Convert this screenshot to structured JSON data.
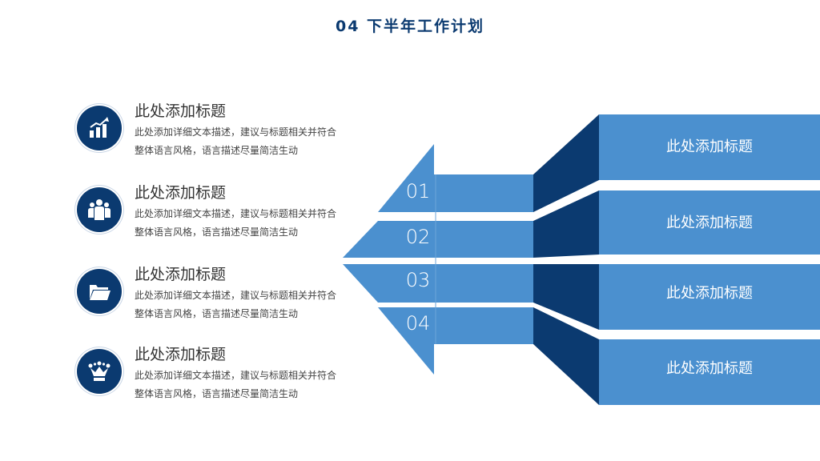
{
  "slide": {
    "title": "04  下半年工作计划"
  },
  "items": [
    {
      "title": "此处添加标题",
      "desc": "此处添加详细文本描述，建议与标题相关并符合整体语言风格，语言描述尽量简洁生动",
      "icon": "chart-growth-icon"
    },
    {
      "title": "此处添加标题",
      "desc": "此处添加详细文本描述，建议与标题相关并符合整体语言风格，语言描述尽量简洁生动",
      "icon": "team-icon"
    },
    {
      "title": "此处添加标题",
      "desc": "此处添加详细文本描述，建议与标题相关并符合整体语言风格，语言描述尽量简洁生动",
      "icon": "folder-icon"
    },
    {
      "title": "此处添加标题",
      "desc": "此处添加详细文本描述，建议与标题相关并符合整体语言风格，语言描述尽量简洁生动",
      "icon": "crown-icon"
    }
  ],
  "arrow": {
    "numbers": [
      "01",
      "02",
      "03",
      "04"
    ],
    "labels": [
      "此处添加标题",
      "此处添加标题",
      "此处添加标题",
      "此处添加标题"
    ]
  },
  "colors": {
    "dark_blue": "#0b3a70",
    "light_blue": "#4a8fcc",
    "text": "#333333"
  }
}
